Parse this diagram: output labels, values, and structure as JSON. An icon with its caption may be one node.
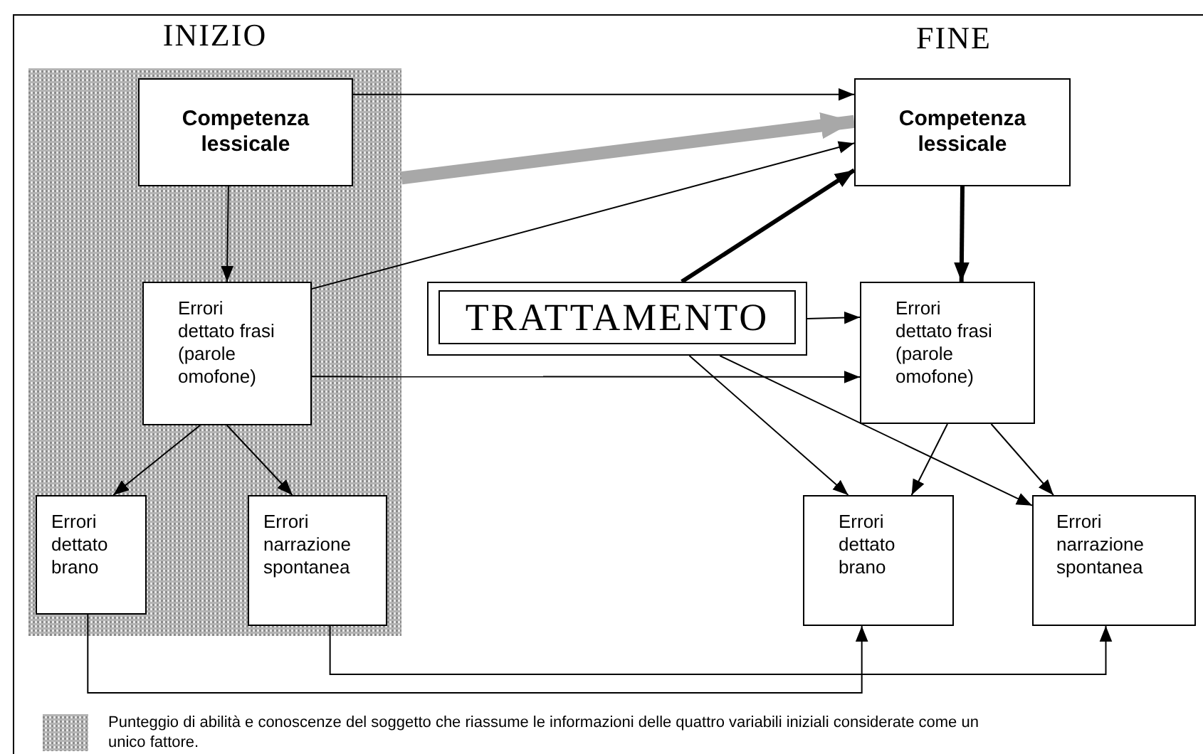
{
  "diagram": {
    "nodes": [
      {
        "text": [
          "INIZIO"
        ]
      },
      {
        "text": [
          "Competenza lessicale"
        ],
        "in": 0
      },
      {
        "text": [
          "Errori dettato frasi (parole omofone)"
        ],
        "in": 0
      },
      {
        "text": [
          "Errori dettato brano"
        ],
        "in": 0
      },
      {
        "text": [
          "Errori narrazione spontanea"
        ],
        "in": 0
      },
      {
        "text": [
          "TRATTAMENTO"
        ]
      },
      {
        "text": [
          "Competenza lessicale"
        ]
      },
      {
        "text": [
          "Errori dettato frasi (parole omofone)"
        ]
      },
      {
        "text": [
          "Errori dettato brano"
        ]
      },
      {
        "text": [
          "Errori narrazione spontanea"
        ]
      }
    ],
    "edges": [
      {
        "from": 1,
        "to": 6,
        "arrow": "to"
      },
      {
        "from": 0,
        "to": 6,
        "arrow": "to",
        "style": "thick",
        "color": "#a8a8a8"
      },
      {
        "from": 2,
        "to": 6,
        "arrow": "to"
      },
      {
        "from": 5,
        "to": 6,
        "arrow": "to",
        "style": "thick"
      },
      {
        "from": 6,
        "to": 7,
        "arrow": "to",
        "style": "thick"
      },
      {
        "from": 1,
        "to": 2,
        "arrow": "to"
      },
      {
        "from": 5,
        "to": 7,
        "arrow": "to"
      },
      {
        "from": 2,
        "to": 7,
        "arrow": "to"
      },
      {
        "from": 2,
        "to": 3,
        "arrow": "to"
      },
      {
        "from": 2,
        "to": 4,
        "arrow": "to"
      },
      {
        "from": 5,
        "to": 8,
        "arrow": "to"
      },
      {
        "from": 5,
        "to": 9,
        "arrow": "to"
      },
      {
        "from": 7,
        "to": 8,
        "arrow": "to"
      },
      {
        "from": 7,
        "to": 9,
        "arrow": "to"
      },
      {
        "from": 3,
        "to": 8,
        "arrow": "to"
      },
      {
        "from": 4,
        "to": 9,
        "arrow": "to"
      }
    ],
    "labels": [
      "FINE"
    ],
    "legend": [
      {
        "text": "Punteggio di abilità e conoscenze del soggetto che riassume le informazioni delle quattro variabili iniziali considerate come un unico fattore.",
        "color": "#b4b4b4"
      }
    ]
  }
}
